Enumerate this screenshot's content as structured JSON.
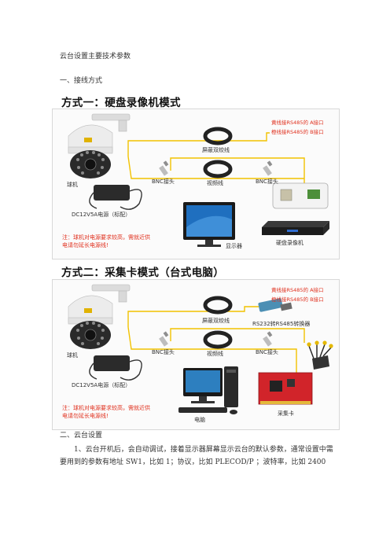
{
  "document": {
    "title": "云台设置主要技术参数",
    "section1_heading": "一、接线方式",
    "section2_heading": "二、云台设置",
    "section2_body": "1、云台开机后，会自动调试，接着显示器屏幕显示云台的默认参数，通常设置中需要用到的参数有地址 SW1，比如 1；协议，比如 PLECOD/P ；波特率，比如 2400"
  },
  "figure1": {
    "title": "方式一：硬盘录像机模式",
    "labels": {
      "camera": "球机",
      "power": "DC12V5A电源（标配）",
      "bnc_left": "BNC接头",
      "shielded": "屏蔽双绞线",
      "video_cable": "视频线",
      "bnc_right": "BNC接头",
      "note_a": "黄线接RS485的 A接口",
      "note_b": "橙线接RS485的 B接口",
      "monitor": "显示器",
      "dvr": "硬盘录像机"
    },
    "warning": "注：球机对电源要求较高，需就近供电请勿延长电源线!"
  },
  "figure2": {
    "title": "方式二：采集卡模式（台式电脑）",
    "labels": {
      "camera": "球机",
      "power": "DC12V5A电源（标配）",
      "bnc_left": "BNC接头",
      "shielded": "屏蔽双绞线",
      "converter": "RS232转RS485转换器",
      "video_cable": "视频线",
      "bnc_right": "BNC接头",
      "note_a": "黄线接RS485的 A接口",
      "note_b": "橙线接RS485的 B接口",
      "computer": "电脑",
      "capture_card": "采集卡"
    },
    "warning": "注：球机对电源要求较高，需就近供电请勿延长电源线!"
  },
  "colors": {
    "wire_yellow": "#f2c200",
    "warning_red": "#e0301e",
    "camera_body": "#e9e9e9",
    "monitor_blue": "#1f6fbf",
    "card_red": "#d1242a"
  }
}
